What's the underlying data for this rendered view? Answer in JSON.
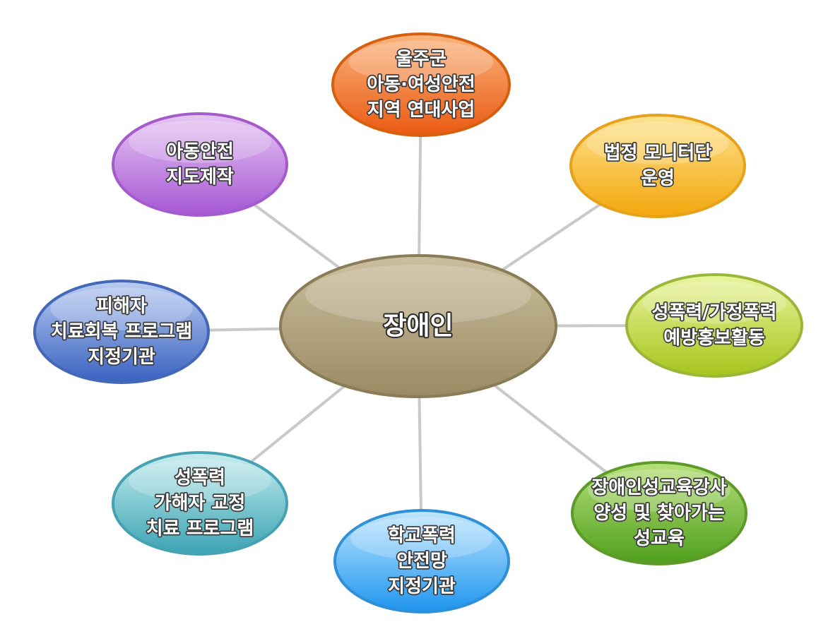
{
  "center": {
    "label": "장애인",
    "colors": {
      "top": "#cbbf9e",
      "bottom": "#9a8b64",
      "border": "#8a7c57"
    }
  },
  "nodes": [
    {
      "id": "ulju",
      "lines": [
        "울주군",
        "아동·여성안전",
        "지역 연대사업"
      ],
      "colors": {
        "top": "#fbb47e",
        "bottom": "#ea5a12",
        "border": "#d7600f"
      }
    },
    {
      "id": "monitor",
      "lines": [
        "법정 모니터단",
        "운영"
      ],
      "colors": {
        "top": "#fde390",
        "bottom": "#f3a70d",
        "border": "#e6a21b"
      }
    },
    {
      "id": "prevention",
      "lines": [
        "성폭력/가정폭력",
        "예방홍보활동"
      ],
      "colors": {
        "top": "#eaf59e",
        "bottom": "#a7c41c",
        "border": "#9ab73a"
      }
    },
    {
      "id": "education",
      "lines": [
        "장애인성교육강사",
        "양성 및 찾아가는",
        "성교육"
      ],
      "colors": {
        "top": "#b6e07a",
        "bottom": "#4f9f1c",
        "border": "#5d9a2a"
      }
    },
    {
      "id": "school",
      "lines": [
        "학교폭력",
        "안전망",
        "지정기관"
      ],
      "colors": {
        "top": "#bfe6ff",
        "bottom": "#1e95ee",
        "border": "#2f8fd7"
      }
    },
    {
      "id": "offender",
      "lines": [
        "성폭력",
        "가해자 교정",
        "치료 프로그램"
      ],
      "colors": {
        "top": "#c6ecef",
        "bottom": "#3aa3b3",
        "border": "#46a2b1"
      }
    },
    {
      "id": "victim",
      "lines": [
        "피해자",
        "치료회복 프로그램",
        "지정기관"
      ],
      "colors": {
        "top": "#b9ccf2",
        "bottom": "#3a62c0",
        "border": "#4468b8"
      }
    },
    {
      "id": "map",
      "lines": [
        "아동안전",
        "지도제작"
      ],
      "colors": {
        "top": "#e7c7f3",
        "bottom": "#a657d4",
        "border": "#a45bcc"
      }
    }
  ]
}
